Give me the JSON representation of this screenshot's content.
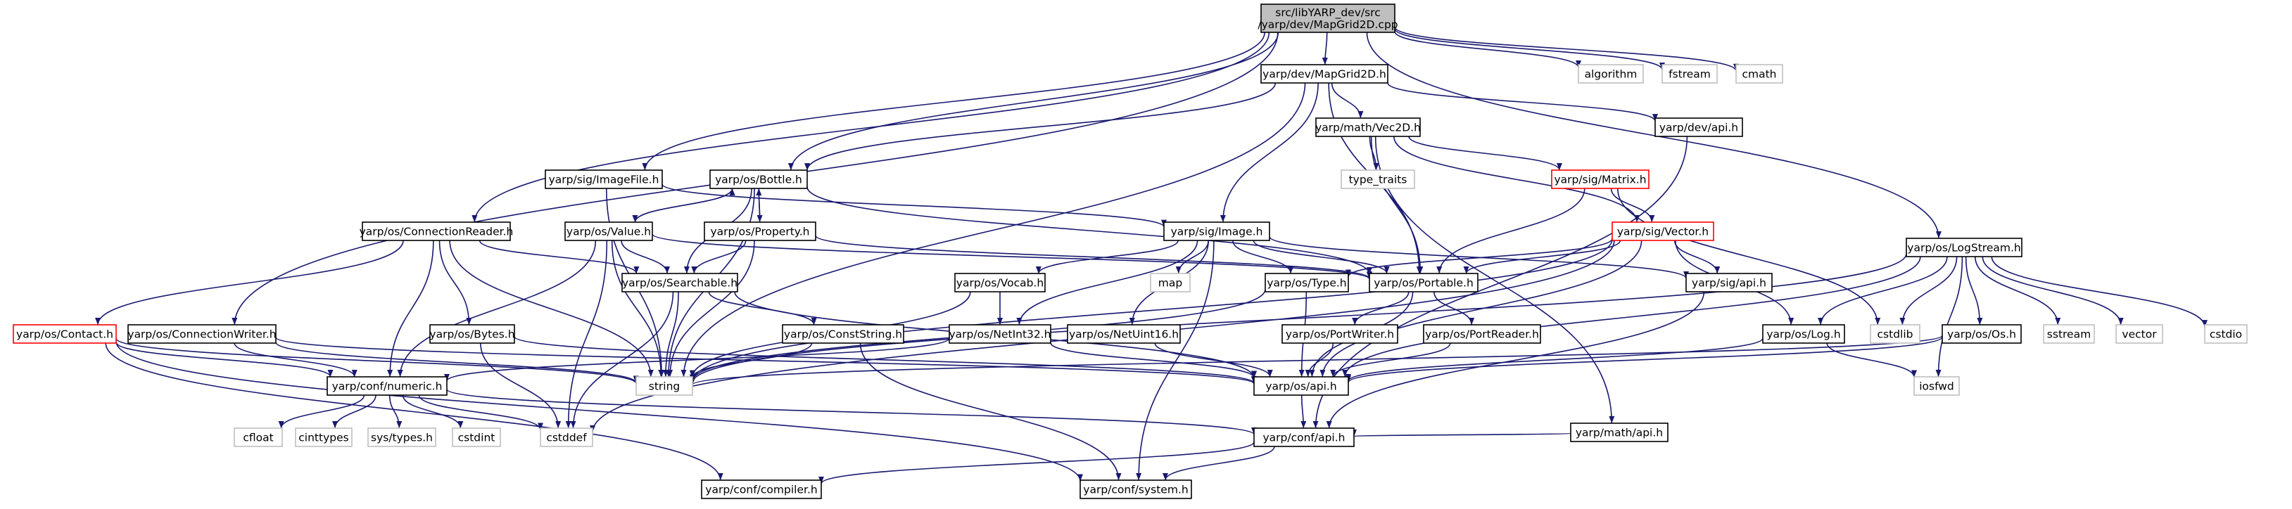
{
  "colors": {
    "edge": "#191970",
    "root_fill": "#bfbfbf",
    "node_fill": "#ffffff",
    "node_border": "#000000",
    "truncated_border": "#ff0000",
    "external_border": "#bfbfbf"
  },
  "nodes": [
    {
      "id": "root",
      "lines": [
        "src/libYARP_dev/src",
        "/yarp/dev/MapGrid2D.cpp"
      ],
      "kind": "root"
    },
    {
      "id": "mapgrid2d_h",
      "lines": [
        "yarp/dev/MapGrid2D.h"
      ],
      "kind": "normal"
    },
    {
      "id": "algorithm",
      "lines": [
        "algorithm"
      ],
      "kind": "external"
    },
    {
      "id": "fstream",
      "lines": [
        "fstream"
      ],
      "kind": "external"
    },
    {
      "id": "cmath",
      "lines": [
        "cmath"
      ],
      "kind": "external"
    },
    {
      "id": "vec2d",
      "lines": [
        "yarp/math/Vec2D.h"
      ],
      "kind": "normal"
    },
    {
      "id": "dev_api",
      "lines": [
        "yarp/dev/api.h"
      ],
      "kind": "normal"
    },
    {
      "id": "imagefile",
      "lines": [
        "yarp/sig/ImageFile.h"
      ],
      "kind": "normal"
    },
    {
      "id": "bottle",
      "lines": [
        "yarp/os/Bottle.h"
      ],
      "kind": "normal"
    },
    {
      "id": "type_traits",
      "lines": [
        "type_traits"
      ],
      "kind": "external"
    },
    {
      "id": "matrix",
      "lines": [
        "yarp/sig/Matrix.h"
      ],
      "kind": "truncated"
    },
    {
      "id": "connreader",
      "lines": [
        "yarp/os/ConnectionReader.h"
      ],
      "kind": "normal"
    },
    {
      "id": "value",
      "lines": [
        "yarp/os/Value.h"
      ],
      "kind": "normal"
    },
    {
      "id": "property",
      "lines": [
        "yarp/os/Property.h"
      ],
      "kind": "normal"
    },
    {
      "id": "image",
      "lines": [
        "yarp/sig/Image.h"
      ],
      "kind": "normal"
    },
    {
      "id": "vector",
      "lines": [
        "yarp/sig/Vector.h"
      ],
      "kind": "truncated"
    },
    {
      "id": "logstream",
      "lines": [
        "yarp/os/LogStream.h"
      ],
      "kind": "normal"
    },
    {
      "id": "searchable",
      "lines": [
        "yarp/os/Searchable.h"
      ],
      "kind": "normal"
    },
    {
      "id": "vocab",
      "lines": [
        "yarp/os/Vocab.h"
      ],
      "kind": "normal"
    },
    {
      "id": "map",
      "lines": [
        "map"
      ],
      "kind": "external"
    },
    {
      "id": "type_h",
      "lines": [
        "yarp/os/Type.h"
      ],
      "kind": "normal"
    },
    {
      "id": "portable",
      "lines": [
        "yarp/os/Portable.h"
      ],
      "kind": "normal"
    },
    {
      "id": "sig_api",
      "lines": [
        "yarp/sig/api.h"
      ],
      "kind": "normal"
    },
    {
      "id": "contact",
      "lines": [
        "yarp/os/Contact.h"
      ],
      "kind": "truncated"
    },
    {
      "id": "connwriter",
      "lines": [
        "yarp/os/ConnectionWriter.h"
      ],
      "kind": "normal"
    },
    {
      "id": "bytes",
      "lines": [
        "yarp/os/Bytes.h"
      ],
      "kind": "normal"
    },
    {
      "id": "conststring",
      "lines": [
        "yarp/os/ConstString.h"
      ],
      "kind": "normal"
    },
    {
      "id": "netint32",
      "lines": [
        "yarp/os/NetInt32.h"
      ],
      "kind": "normal"
    },
    {
      "id": "netuint16",
      "lines": [
        "yarp/os/NetUint16.h"
      ],
      "kind": "normal"
    },
    {
      "id": "portwriter",
      "lines": [
        "yarp/os/PortWriter.h"
      ],
      "kind": "normal"
    },
    {
      "id": "portreader",
      "lines": [
        "yarp/os/PortReader.h"
      ],
      "kind": "normal"
    },
    {
      "id": "log",
      "lines": [
        "yarp/os/Log.h"
      ],
      "kind": "normal"
    },
    {
      "id": "cstdlib",
      "lines": [
        "cstdlib"
      ],
      "kind": "external"
    },
    {
      "id": "os_h",
      "lines": [
        "yarp/os/Os.h"
      ],
      "kind": "normal"
    },
    {
      "id": "sstream",
      "lines": [
        "sstream"
      ],
      "kind": "external"
    },
    {
      "id": "vector_std",
      "lines": [
        "vector"
      ],
      "kind": "external"
    },
    {
      "id": "cstdio",
      "lines": [
        "cstdio"
      ],
      "kind": "external"
    },
    {
      "id": "string",
      "lines": [
        "string"
      ],
      "kind": "external"
    },
    {
      "id": "numeric",
      "lines": [
        "yarp/conf/numeric.h"
      ],
      "kind": "normal"
    },
    {
      "id": "os_api",
      "lines": [
        "yarp/os/api.h"
      ],
      "kind": "normal"
    },
    {
      "id": "iosfwd",
      "lines": [
        "iosfwd"
      ],
      "kind": "external"
    },
    {
      "id": "math_api",
      "lines": [
        "yarp/math/api.h"
      ],
      "kind": "normal"
    },
    {
      "id": "cfloat",
      "lines": [
        "cfloat"
      ],
      "kind": "external"
    },
    {
      "id": "cinttypes",
      "lines": [
        "cinttypes"
      ],
      "kind": "external"
    },
    {
      "id": "systypes",
      "lines": [
        "sys/types.h"
      ],
      "kind": "external"
    },
    {
      "id": "cstdint",
      "lines": [
        "cstdint"
      ],
      "kind": "external"
    },
    {
      "id": "cstddef",
      "lines": [
        "cstddef"
      ],
      "kind": "external"
    },
    {
      "id": "conf_api",
      "lines": [
        "yarp/conf/api.h"
      ],
      "kind": "normal"
    },
    {
      "id": "compiler",
      "lines": [
        "yarp/conf/compiler.h"
      ],
      "kind": "normal"
    },
    {
      "id": "system",
      "lines": [
        "yarp/conf/system.h"
      ],
      "kind": "normal"
    }
  ],
  "edges": [
    [
      "root",
      "mapgrid2d_h"
    ],
    [
      "root",
      "algorithm"
    ],
    [
      "root",
      "fstream"
    ],
    [
      "root",
      "cmath"
    ],
    [
      "root",
      "imagefile"
    ],
    [
      "root",
      "bottle"
    ],
    [
      "root",
      "connreader"
    ],
    [
      "root",
      "connwriter"
    ],
    [
      "root",
      "logstream"
    ],
    [
      "mapgrid2d_h",
      "vec2d"
    ],
    [
      "mapgrid2d_h",
      "dev_api"
    ],
    [
      "mapgrid2d_h",
      "image"
    ],
    [
      "mapgrid2d_h",
      "portable"
    ],
    [
      "mapgrid2d_h",
      "string"
    ],
    [
      "mapgrid2d_h",
      "bottle"
    ],
    [
      "vec2d",
      "type_traits"
    ],
    [
      "vec2d",
      "matrix"
    ],
    [
      "vec2d",
      "portable"
    ],
    [
      "vec2d",
      "math_api"
    ],
    [
      "vec2d",
      "vector"
    ],
    [
      "dev_api",
      "conf_api"
    ],
    [
      "imagefile",
      "image"
    ],
    [
      "imagefile",
      "string"
    ],
    [
      "bottle",
      "searchable"
    ],
    [
      "bottle",
      "value"
    ],
    [
      "bottle",
      "property"
    ],
    [
      "bottle",
      "portable"
    ],
    [
      "bottle",
      "string"
    ],
    [
      "matrix",
      "vector"
    ],
    [
      "matrix",
      "portable"
    ],
    [
      "matrix",
      "cstdlib"
    ],
    [
      "connreader",
      "searchable"
    ],
    [
      "connreader",
      "contact"
    ],
    [
      "connreader",
      "bytes"
    ],
    [
      "connreader",
      "numeric"
    ],
    [
      "connreader",
      "string"
    ],
    [
      "value",
      "bottle"
    ],
    [
      "value",
      "searchable"
    ],
    [
      "value",
      "string"
    ],
    [
      "value",
      "portable"
    ],
    [
      "value",
      "cstddef"
    ],
    [
      "value",
      "numeric"
    ],
    [
      "property",
      "bottle"
    ],
    [
      "property",
      "searchable"
    ],
    [
      "property",
      "string"
    ],
    [
      "property",
      "portable"
    ],
    [
      "image",
      "vocab"
    ],
    [
      "image",
      "map"
    ],
    [
      "image",
      "type_h"
    ],
    [
      "image",
      "portable"
    ],
    [
      "image",
      "sig_api"
    ],
    [
      "image",
      "netint32"
    ],
    [
      "image",
      "netuint16"
    ],
    [
      "image",
      "system"
    ],
    [
      "vector",
      "portable"
    ],
    [
      "vector",
      "sig_api"
    ],
    [
      "vector",
      "log"
    ],
    [
      "vector",
      "type_h"
    ],
    [
      "vector",
      "string"
    ],
    [
      "vector",
      "os_api"
    ],
    [
      "vector",
      "cstddef"
    ],
    [
      "logstream",
      "log"
    ],
    [
      "logstream",
      "cstdlib"
    ],
    [
      "logstream",
      "os_h"
    ],
    [
      "logstream",
      "sstream"
    ],
    [
      "logstream",
      "vector_std"
    ],
    [
      "logstream",
      "cstdio"
    ],
    [
      "logstream",
      "os_api"
    ],
    [
      "logstream",
      "string"
    ],
    [
      "logstream",
      "iosfwd"
    ],
    [
      "searchable",
      "conststring"
    ],
    [
      "searchable",
      "os_api"
    ],
    [
      "searchable",
      "string"
    ],
    [
      "searchable",
      "cstddef"
    ],
    [
      "vocab",
      "netint32"
    ],
    [
      "vocab",
      "string"
    ],
    [
      "type_h",
      "os_api"
    ],
    [
      "type_h",
      "string"
    ],
    [
      "portable",
      "portwriter"
    ],
    [
      "portable",
      "portreader"
    ],
    [
      "portable",
      "os_api"
    ],
    [
      "sig_api",
      "conf_api"
    ],
    [
      "contact",
      "string"
    ],
    [
      "contact",
      "numeric"
    ],
    [
      "contact",
      "system"
    ],
    [
      "contact",
      "compiler"
    ],
    [
      "connwriter",
      "string"
    ],
    [
      "connwriter",
      "numeric"
    ],
    [
      "connwriter",
      "os_api"
    ],
    [
      "bytes",
      "os_api"
    ],
    [
      "bytes",
      "cstddef"
    ],
    [
      "conststring",
      "string"
    ],
    [
      "conststring",
      "system"
    ],
    [
      "netint32",
      "os_api"
    ],
    [
      "netint32",
      "numeric"
    ],
    [
      "netuint16",
      "os_api"
    ],
    [
      "portwriter",
      "os_api"
    ],
    [
      "portreader",
      "os_api"
    ],
    [
      "log",
      "os_api"
    ],
    [
      "log",
      "iosfwd"
    ],
    [
      "os_h",
      "os_api"
    ],
    [
      "os_h",
      "string"
    ],
    [
      "numeric",
      "cfloat"
    ],
    [
      "numeric",
      "cinttypes"
    ],
    [
      "numeric",
      "systypes"
    ],
    [
      "numeric",
      "cstdint"
    ],
    [
      "numeric",
      "cstddef"
    ],
    [
      "numeric",
      "conf_api"
    ],
    [
      "os_api",
      "conf_api"
    ],
    [
      "math_api",
      "conf_api"
    ],
    [
      "conf_api",
      "compiler"
    ],
    [
      "conf_api",
      "system"
    ]
  ]
}
